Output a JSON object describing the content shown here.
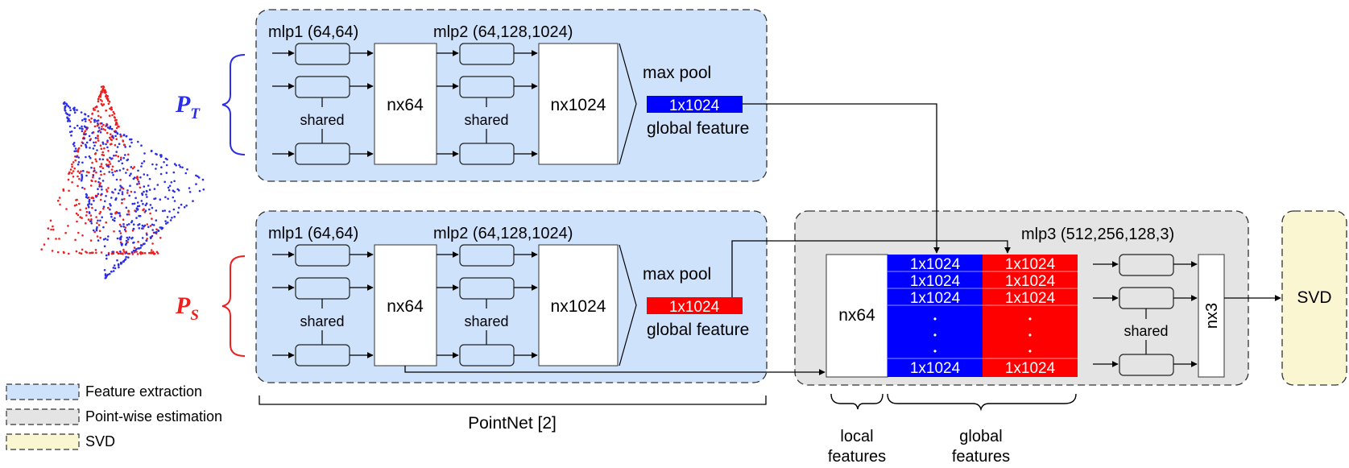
{
  "inputs": {
    "target_label": "P",
    "target_sub": "T",
    "source_label": "P",
    "source_sub": "S"
  },
  "pointnet": {
    "mlp1_label": "mlp1 (64,64)",
    "mlp2_label": "mlp2 (64,128,1024)",
    "shared_label": "shared",
    "feat1_label": "nx64",
    "feat2_label": "nx1024",
    "maxpool_label": "max pool",
    "global_vec_label": "1x1024",
    "global_feature_label": "global feature",
    "caption": "PointNet [2]"
  },
  "pointwise": {
    "mlp3_label": "mlp3 (512,256,128,3)",
    "local_block_label": "nx64",
    "row_label": "1x1024",
    "dot": "•",
    "shared_label": "shared",
    "output_label": "nx3",
    "local_brace_line1": "local",
    "local_brace_line2": "features",
    "global_brace_line1": "global",
    "global_brace_line2": "features"
  },
  "svd": {
    "label": "SVD"
  },
  "legend": {
    "items": [
      {
        "label": "Feature extraction",
        "color": "#cfe2fb"
      },
      {
        "label": "Point-wise estimation",
        "color": "#e4e4e4"
      },
      {
        "label": "SVD",
        "color": "#fbf6d2"
      }
    ]
  },
  "colors": {
    "target": "#2a2ee6",
    "source": "#ee1f1f",
    "feature_panel": "#cfe2fb",
    "pointwise_panel": "#e4e4e4",
    "svd_panel": "#fbf6d2",
    "global_target_fill": "#0000ff",
    "global_source_fill": "#ff0000"
  }
}
